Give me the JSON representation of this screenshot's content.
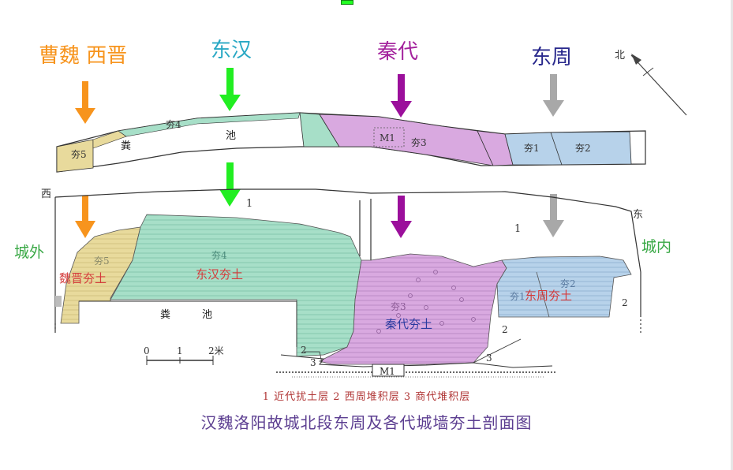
{
  "periods": {
    "caowei_xijin": {
      "label": "曹魏 西晋",
      "color": "#f7941d"
    },
    "donghan": {
      "label": "东汉",
      "color": "#29a8c4"
    },
    "qin": {
      "label": "秦代",
      "color": "#a3219c"
    },
    "dongzhou": {
      "label": "东周",
      "color": "#28288c"
    }
  },
  "arrow_colors": {
    "orange": "#f7941d",
    "green": "#22ee22",
    "purple": "#9b0f9b",
    "gray": "#a8a8a8"
  },
  "compass": {
    "north": "北"
  },
  "plan": {
    "hang5": "夯5",
    "hang4": "夯4",
    "fenchi_1": "粪",
    "fenchi_2": "池",
    "m1": "M1",
    "hang3": "夯3",
    "hang1": "夯1",
    "hang2": "夯2"
  },
  "section": {
    "west": "西",
    "east": "东",
    "outside": "城外",
    "inside": "城内",
    "hang5": "夯5",
    "hang4": "夯4",
    "hang3": "夯3",
    "hang2": "夯2",
    "hang1": "夯1",
    "weijin_label": "魏晋夯土",
    "donghan_label": "东汉夯土",
    "qin_label": "秦代夯土",
    "dongzhou_label": "东周夯土",
    "fenchi_1": "粪",
    "fenchi_2": "池",
    "m1": "M1",
    "layer_1a": "1",
    "layer_1b": "1",
    "layer_2a": "2",
    "layer_2b": "2",
    "layer_2c": "2",
    "layer_3a": "3",
    "layer_3b": "3",
    "scale_0": "0",
    "scale_1": "1",
    "scale_2": "2米"
  },
  "fill_colors": {
    "weijin": "#e8da9c",
    "donghan": "#a7dfc8",
    "qin": "#d9a9e0",
    "dongzhou": "#b7d2ea"
  },
  "label_color": "#d43a3a",
  "legend": "1 近代扰土层  2 西周堆积层  3 商代堆积层",
  "caption": "汉魏洛阳故城北段东周及各代城墙夯土剖面图"
}
